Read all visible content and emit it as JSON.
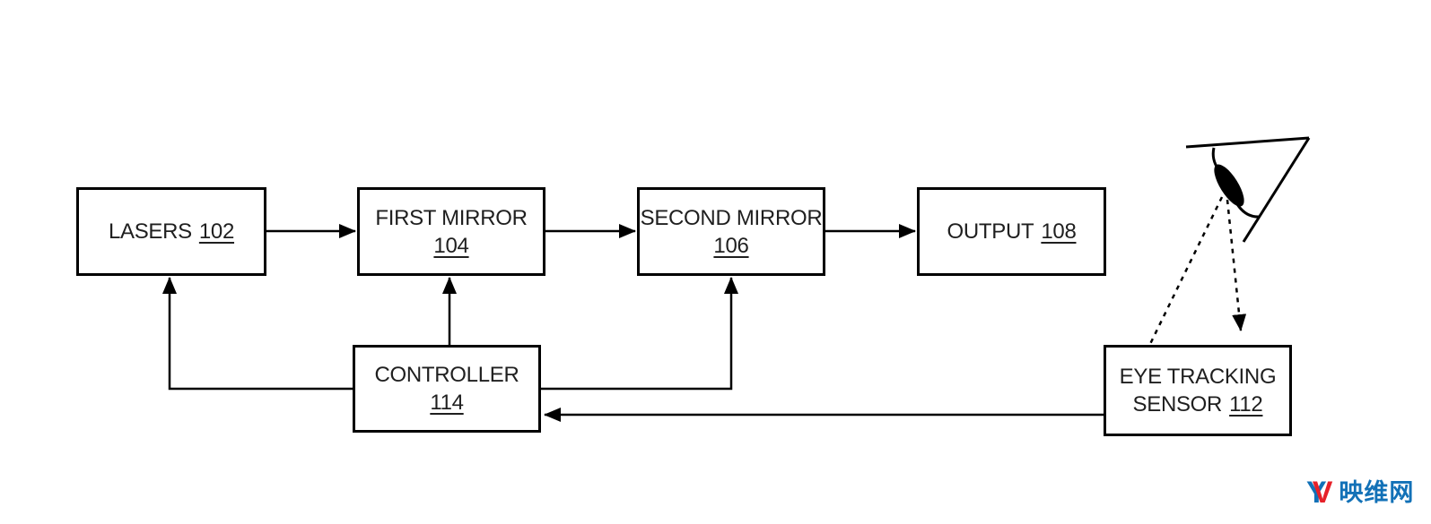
{
  "figure": {
    "description": "Patent-style block diagram of a laser scanning display system with eye tracking feedback",
    "nodes": {
      "lasers": {
        "label": "LASERS",
        "ref": "102"
      },
      "first_mirror": {
        "label": "FIRST MIRROR",
        "ref": "104"
      },
      "second_mirror": {
        "label": "SECOND MIRROR",
        "ref": "106"
      },
      "output": {
        "label": "OUTPUT",
        "ref": "108"
      },
      "controller": {
        "label": "CONTROLLER",
        "ref": "114"
      },
      "eye_tracking_sensor": {
        "line1": "EYE TRACKING",
        "line2": "SENSOR",
        "ref": "112"
      }
    },
    "edges": [
      {
        "from": "lasers",
        "to": "first_mirror",
        "style": "solid-arrow"
      },
      {
        "from": "first_mirror",
        "to": "second_mirror",
        "style": "solid-arrow"
      },
      {
        "from": "second_mirror",
        "to": "output",
        "style": "solid-arrow"
      },
      {
        "from": "controller",
        "to": "lasers",
        "style": "solid-arrow"
      },
      {
        "from": "controller",
        "to": "first_mirror",
        "style": "solid-arrow"
      },
      {
        "from": "controller",
        "to": "second_mirror",
        "style": "solid-arrow"
      },
      {
        "from": "eye_tracking_sensor",
        "to": "controller",
        "style": "solid-arrow"
      },
      {
        "from": "eye",
        "to": "eye_tracking_sensor",
        "style": "dashed-line"
      },
      {
        "from": "eye",
        "to": "eye_tracking_sensor",
        "style": "dashed-arrow"
      }
    ],
    "annotations": {
      "eye_illustration": "human eye sketch with pupil, gaze sensed by eye tracking sensor"
    },
    "colors": {
      "line": "#000000",
      "text": "#1f1f1f",
      "background": "#ffffff"
    }
  },
  "watermark": {
    "logo_part1": "Y",
    "logo_part2": "V",
    "site_name": "映维网",
    "blue": "#1271b7",
    "red": "#e62129"
  }
}
